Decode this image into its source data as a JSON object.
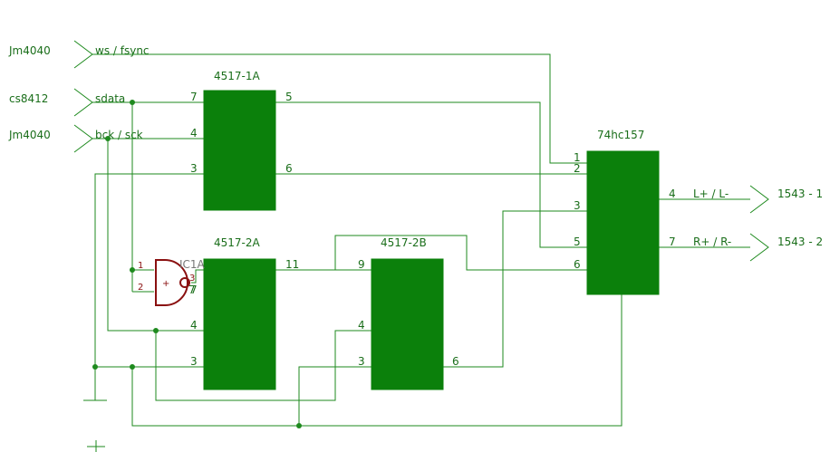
{
  "ports": {
    "in_ws_part": "Jm4040",
    "in_ws_sig": "ws / fsync",
    "in_sdata_part": "cs8412",
    "in_sdata_sig": "sdata",
    "in_bck_part": "Jm4040",
    "in_bck_sig": "bck / sck",
    "out1_sig": "L+ / L-",
    "out1_part": "1543 - 1",
    "out2_sig": "R+ / R-",
    "out2_part": "1543 - 2"
  },
  "chips": {
    "u1_name": "4517-1A",
    "u1_pin_tl": "7",
    "u1_pin_ml": "4",
    "u1_pin_bl": "3",
    "u1_pin_tr": "5",
    "u1_pin_br": "6",
    "u2_name": "4517-2A",
    "u2_pin_tl": "7",
    "u2_pin_ml": "4",
    "u2_pin_bl": "3",
    "u2_pin_tr": "11",
    "u3_name": "4517-2B",
    "u3_pin_tl": "9",
    "u3_pin_ml": "4",
    "u3_pin_bl": "3",
    "u3_pin_br": "6",
    "mux_name": "74hc157",
    "mux_pin_1": "1",
    "mux_pin_2": "2",
    "mux_pin_3": "3",
    "mux_pin_5": "5",
    "mux_pin_6": "6",
    "mux_pin_4": "4",
    "mux_pin_7": "7"
  },
  "gate": {
    "name": "IC1A",
    "pin_in1": "1",
    "pin_in2": "2",
    "pin_out3": "3",
    "pin_out7": "7",
    "symbol": "+"
  }
}
